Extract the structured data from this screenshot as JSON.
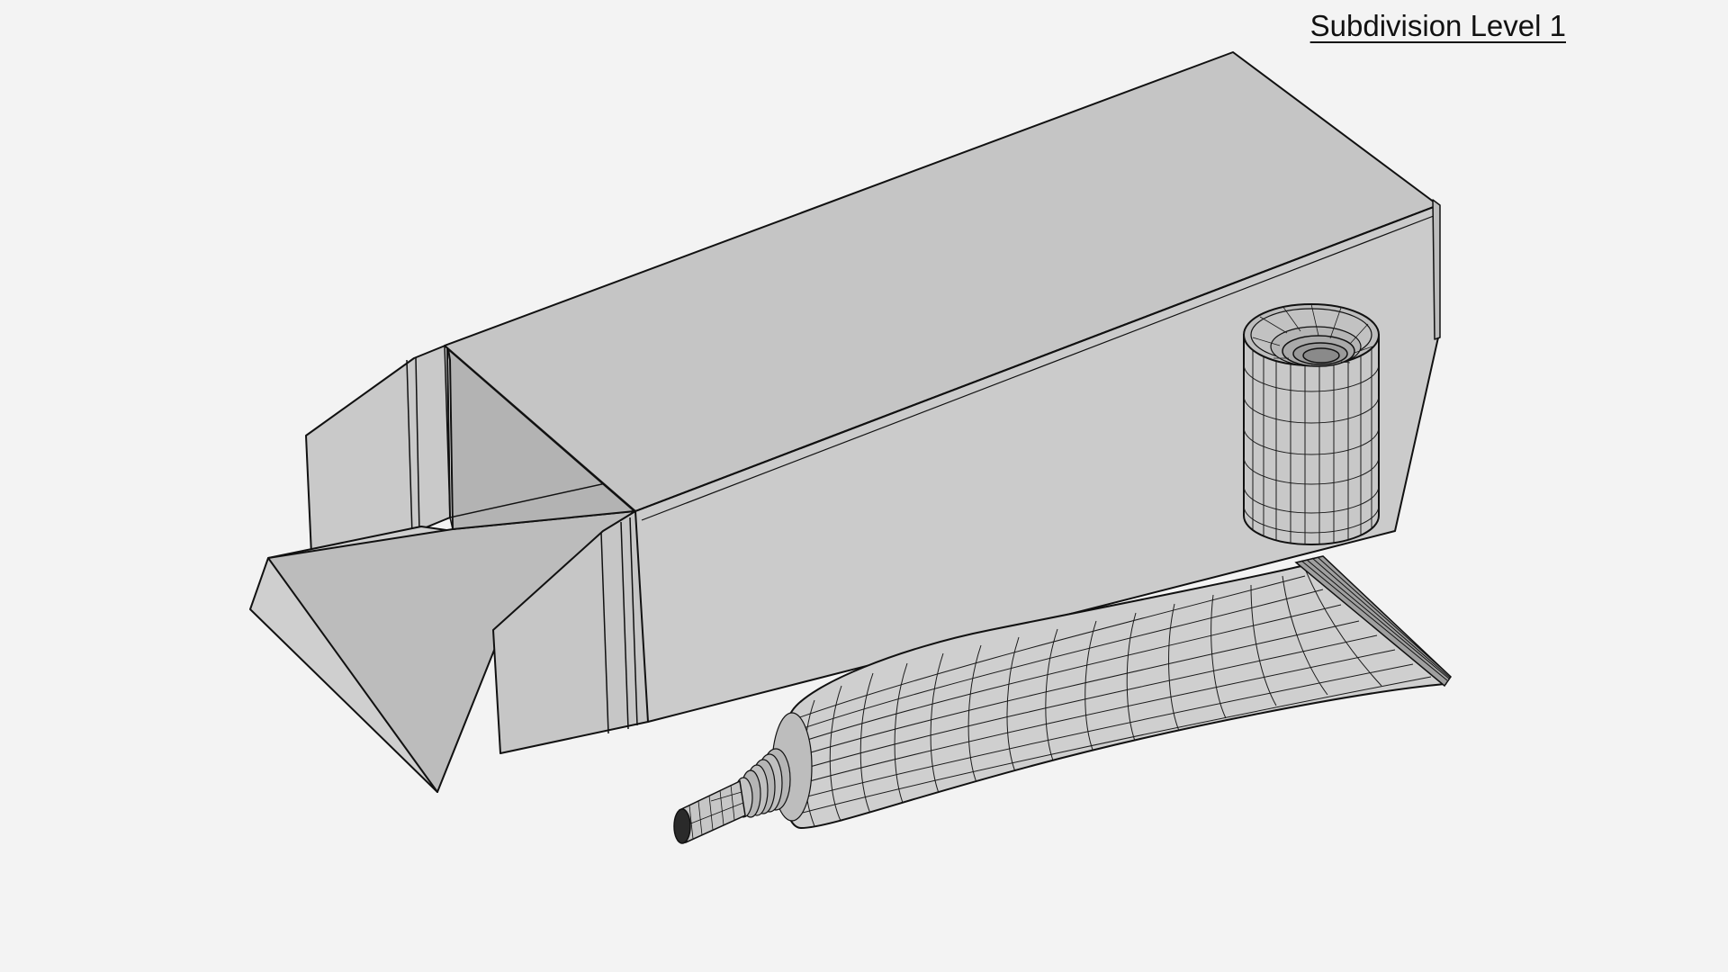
{
  "caption": "Subdivision Level 1",
  "colors": {
    "background": "#f3f3f3",
    "box_top": "#c4c4c4",
    "box_side": "#cacaca",
    "box_inner": "#b7b7b7",
    "flap": "#c8c8c8",
    "edge": "#111111",
    "wire": "#1a1a1a"
  },
  "objects": [
    "carton-box",
    "tube-cap",
    "ointment-tube"
  ]
}
